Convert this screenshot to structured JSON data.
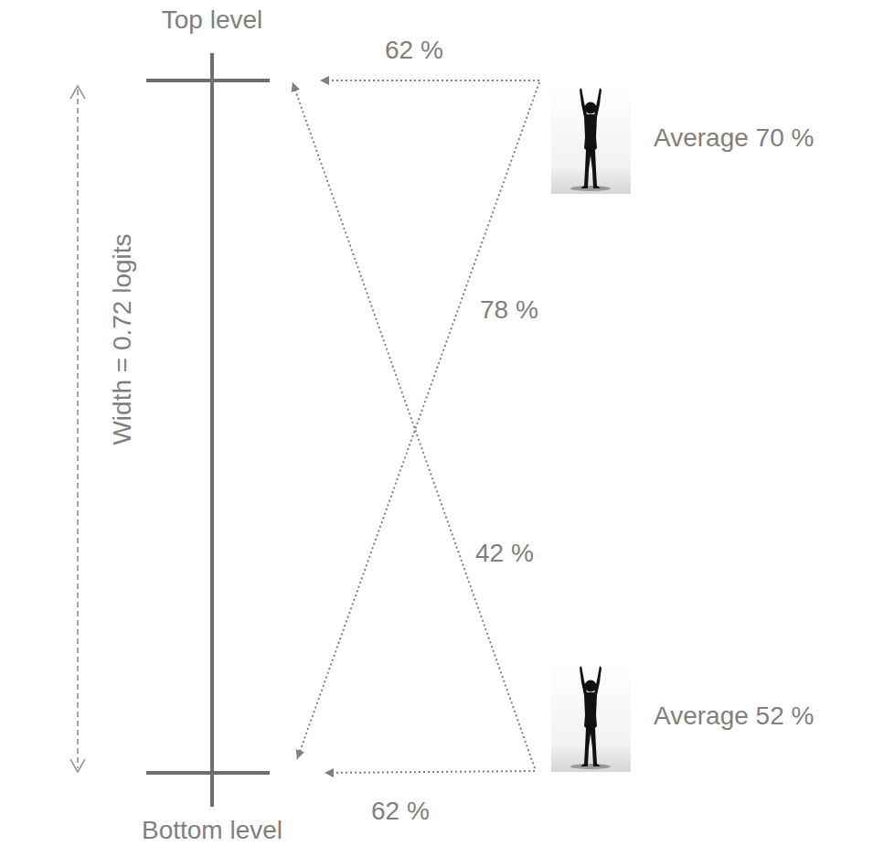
{
  "diagram": {
    "nodes": [
      {
        "text": [
          "Top level"
        ]
      },
      {
        "text": [
          "Average 70 %"
        ]
      },
      {
        "text": [
          "Average 52 %"
        ]
      },
      {
        "text": [
          "Bottom level"
        ]
      }
    ],
    "edges": [
      {
        "from": 1,
        "to": 0,
        "arrow": "to",
        "label": "62 %"
      },
      {
        "from": 1,
        "to": 3,
        "arrow": "to",
        "label": "78 %"
      },
      {
        "from": 2,
        "to": 0,
        "arrow": "to",
        "label": "42 %"
      },
      {
        "from": 2,
        "to": 3,
        "arrow": "to",
        "label": "62 %"
      }
    ],
    "labels": [
      "Width = 0.72 logits"
    ]
  }
}
